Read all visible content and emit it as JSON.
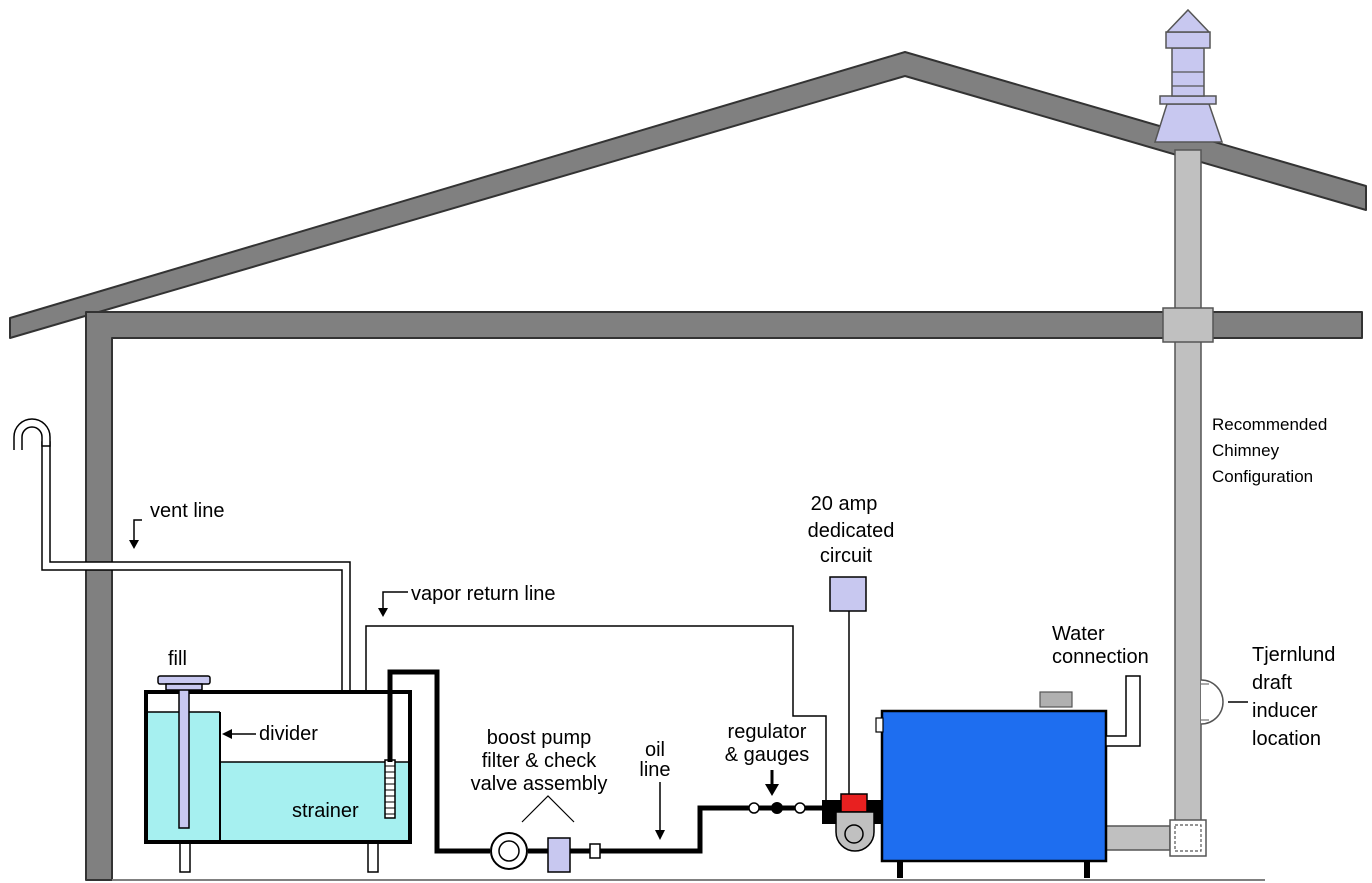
{
  "labels": {
    "vent_line": "vent line",
    "vapor_return_line": "vapor return line",
    "fill": "fill",
    "divider": "divider",
    "strainer": "strainer",
    "boost_pump": [
      "boost pump",
      "filter & check",
      "valve assembly"
    ],
    "oil_line": [
      "oil",
      "line"
    ],
    "regulator": [
      "regulator",
      "& gauges"
    ],
    "circuit": [
      "20 amp",
      "dedicated",
      "circuit"
    ],
    "water_connection": [
      "Water",
      "connection"
    ],
    "chimney": [
      "Recommended",
      "Chimney",
      "Configuration"
    ],
    "draft_inducer": [
      "Tjernlund",
      "draft",
      "inducer",
      "location"
    ]
  },
  "colors": {
    "structure": "#808080",
    "structure_outline": "#333333",
    "chimney_pipe": "#c0c0c0",
    "chimney_cap": "#c8c8f0",
    "oil_fill": "#a6f0f0",
    "heater": "#1e6ef0",
    "pump_red": "#e82020",
    "circuit_box": "#c8c8f0",
    "line": "#000000"
  }
}
